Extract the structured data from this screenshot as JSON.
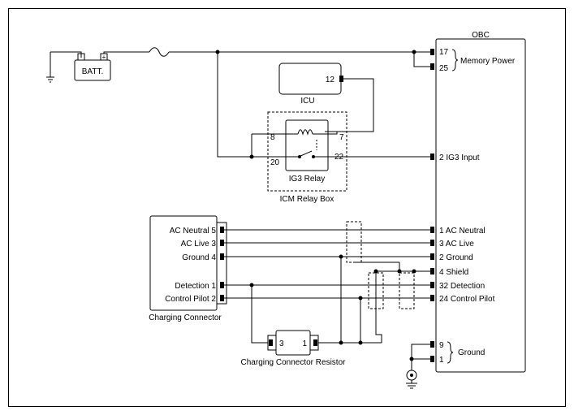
{
  "components": {
    "battery": "BATT.",
    "obc": "OBC",
    "icu": "ICU",
    "ig3_relay": "IG3 Relay",
    "icm_relay_box": "ICM Relay Box",
    "charging_connector": "Charging Connector",
    "charging_connector_resistor": "Charging Connector Resistor"
  },
  "obc_pins": {
    "p17": "17",
    "p25": "25",
    "memory_power": "Memory Power",
    "ig3_input": "2 IG3 Input",
    "ac_neutral": "1 AC Neutral",
    "ac_live": "3 AC Live",
    "ground_2": "2 Ground",
    "shield": "4 Shield",
    "detection": "32 Detection",
    "control_pilot": "24 Control Pilot",
    "p9": "9",
    "p1": "1",
    "ground": "Ground"
  },
  "icu_pins": {
    "p12": "12"
  },
  "relay_pins": {
    "p8": "8",
    "p7": "7",
    "p20": "20",
    "p22": "22"
  },
  "connector_pins": {
    "ac_neutral": "AC Neutral 5",
    "ac_live": "AC Live 3",
    "ground": "Ground 4",
    "detection": "Detection 1",
    "control_pilot": "Control Pilot 2"
  },
  "resistor_pins": {
    "p3": "3",
    "p1": "1"
  }
}
